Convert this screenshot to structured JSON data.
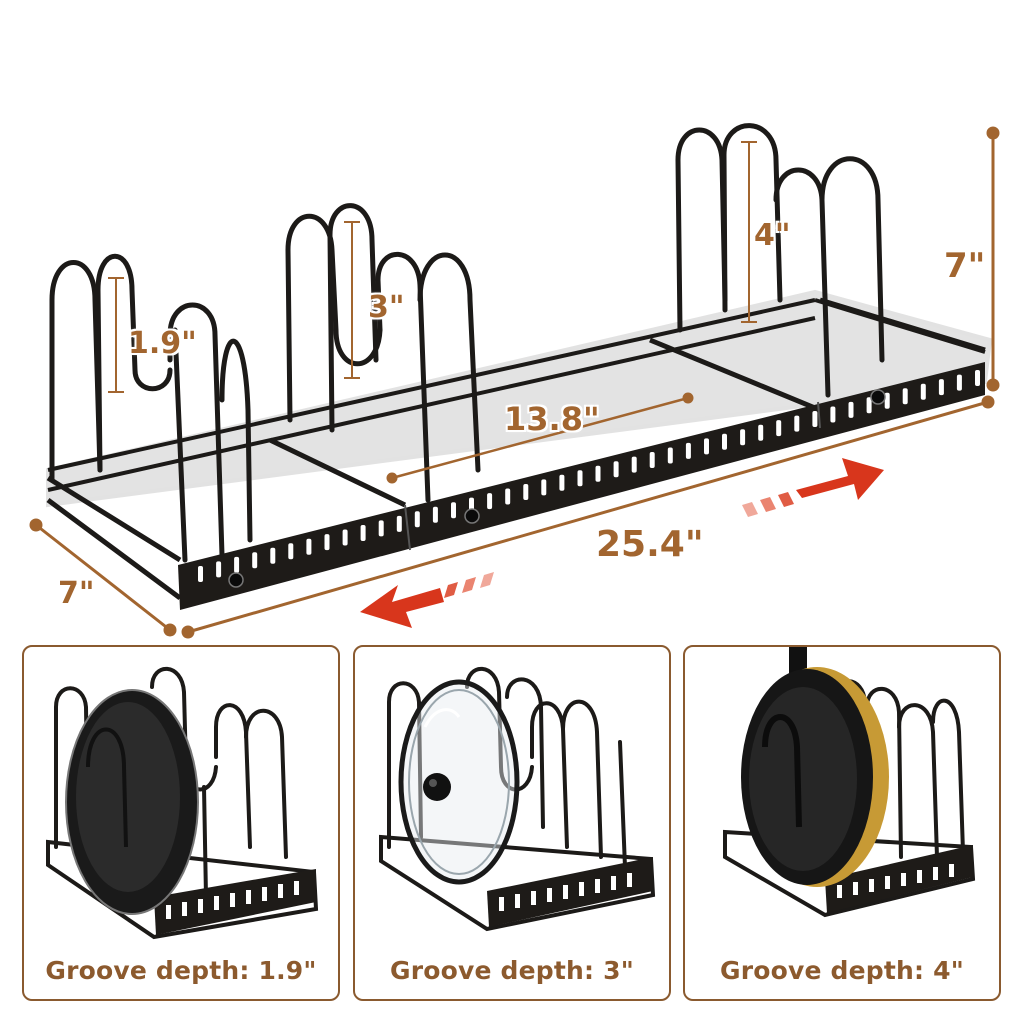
{
  "colors": {
    "dimension": "#a2652f",
    "rack": "#1c1a18",
    "arrow": "#d8361c",
    "panel_border": "#8a5a2f",
    "caption": "#8c5a2e"
  },
  "dimensions": {
    "groove_small": "1.9\"",
    "groove_medium": "3\"",
    "groove_large": "4\"",
    "height": "7\"",
    "depth": "7\"",
    "inner_length": "13.8\"",
    "total_length": "25.4\""
  },
  "panels": [
    {
      "caption": "Groove depth: 1.9\"",
      "icon": "pan-lid-icon"
    },
    {
      "caption": "Groove depth: 3\"",
      "icon": "glass-lid-icon"
    },
    {
      "caption": "Groove depth: 4\"",
      "icon": "frying-pan-icon"
    }
  ]
}
